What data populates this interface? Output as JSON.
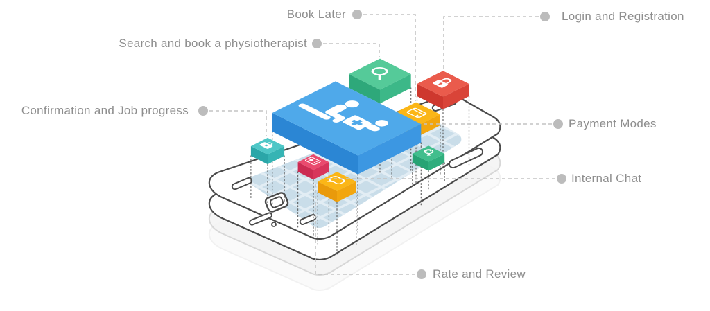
{
  "figure": {
    "kind": "isometric smartphone app-features infographic",
    "subject": "physiotherapist booking mobile app"
  },
  "labels": {
    "book_later": "Book Later",
    "login": "Login and Registration",
    "search": "Search and book a physiotherapist",
    "confirmation": "Confirmation and Job progress",
    "payment": "Payment Modes",
    "chat": "Internal Chat",
    "rate": "Rate and Review"
  },
  "tiles": [
    {
      "name": "main-screen-tile",
      "icon": "physiotherapy-care-icon",
      "color": "blue",
      "label": ""
    },
    {
      "name": "search-tile",
      "icon": "magnifier-icon",
      "color": "green",
      "label": "Search and book a physiotherapist"
    },
    {
      "name": "login-tile",
      "icon": "padlock-icon",
      "color": "red",
      "label": "Login and Registration"
    },
    {
      "name": "book-later-tile",
      "icon": "booking-card-hand-icon",
      "color": "yellow",
      "label": "Book Later"
    },
    {
      "name": "payment-tile",
      "icon": "coin-hand-icon",
      "color": "mint",
      "label": "Payment Modes"
    },
    {
      "name": "job-progress-tile",
      "icon": "briefcase-icon",
      "color": "teal",
      "label": "Confirmation and Job progress"
    },
    {
      "name": "review-tile",
      "icon": "star-review-icon",
      "color": "crimson",
      "label": "Rate and Review"
    },
    {
      "name": "chat-tile",
      "icon": "speech-bubble-icon",
      "color": "yellow",
      "label": "Internal Chat"
    }
  ],
  "palette": {
    "label_text": "#8e8e8e",
    "leader": "#c4c4c4",
    "dot": "#bcbcbc",
    "outline": "#4a4a4a",
    "screen": "#c9dde9",
    "grid": "#e2edf4",
    "blue": "#4FA9EA",
    "blue_left": "#2B86D4",
    "blue_right": "#3C97E2",
    "green": "#55CA99",
    "green_left": "#2EA87A",
    "green_right": "#3CB888",
    "red": "#EA5B4C",
    "red_left": "#CE382E",
    "red_right": "#D94438",
    "yellow": "#FBB617",
    "yellow_left": "#E99A0B",
    "yellow_right": "#F2A60F",
    "mint": "#41BE8D",
    "mint_left": "#27A374",
    "mint_right": "#2FAE7D",
    "teal": "#4FC7C7",
    "teal_left": "#2BA6A8",
    "teal_right": "#36B4B4",
    "crimson": "#EA4A6E",
    "crimson_left": "#CC2B52",
    "crimson_right": "#D8355C"
  }
}
